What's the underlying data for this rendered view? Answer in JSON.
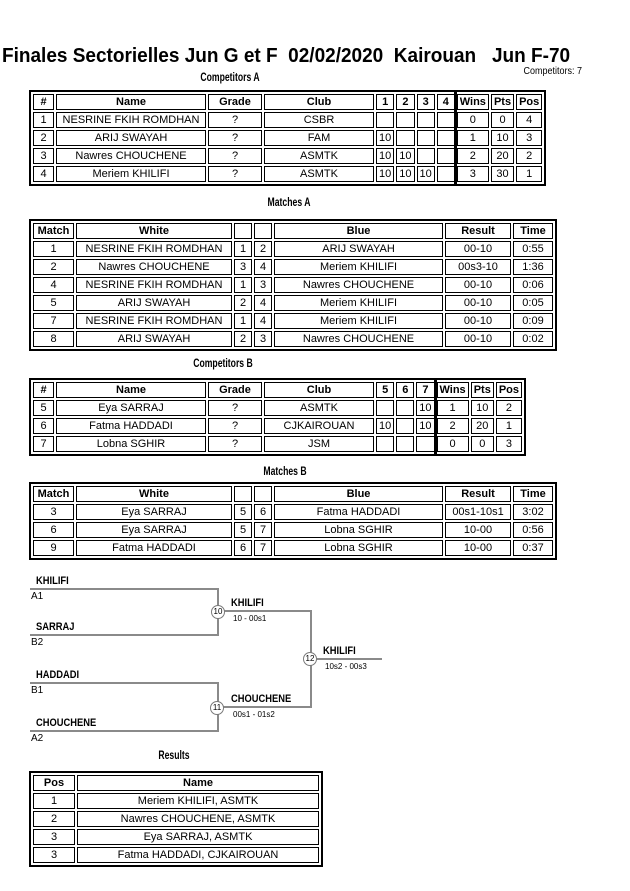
{
  "title": "Finales Sectorielles Jun G et F  02/02/2020  Kairouan   Jun F-70",
  "competitors_count_label": "Competitors: 7",
  "sections": {
    "competitors_a": "Competitors A",
    "matches_a": "Matches A",
    "competitors_b": "Competitors B",
    "matches_b": "Matches B",
    "results": "Results"
  },
  "competitors_a": {
    "headers": {
      "num": "#",
      "name": "Name",
      "grade": "Grade",
      "club": "Club",
      "r1": "1",
      "r2": "2",
      "r3": "3",
      "r4": "4",
      "wins": "Wins",
      "pts": "Pts",
      "pos": "Pos"
    },
    "rows": [
      {
        "num": "1",
        "name": "NESRINE FKIH ROMDHAN",
        "grade": "?",
        "club": "CSBR",
        "r1": "",
        "r2": "",
        "r3": "",
        "r4": "",
        "wins": "0",
        "pts": "0",
        "pos": "4"
      },
      {
        "num": "2",
        "name": "ARIJ SWAYAH",
        "grade": "?",
        "club": "FAM",
        "r1": "10",
        "r2": "",
        "r3": "",
        "r4": "",
        "wins": "1",
        "pts": "10",
        "pos": "3"
      },
      {
        "num": "3",
        "name": "Nawres CHOUCHENE",
        "grade": "?",
        "club": "ASMTK",
        "r1": "10",
        "r2": "10",
        "r3": "",
        "r4": "",
        "wins": "2",
        "pts": "20",
        "pos": "2"
      },
      {
        "num": "4",
        "name": "Meriem KHILIFI",
        "grade": "?",
        "club": "ASMTK",
        "r1": "10",
        "r2": "10",
        "r3": "10",
        "r4": "",
        "wins": "3",
        "pts": "30",
        "pos": "1"
      }
    ]
  },
  "matches_a": {
    "headers": {
      "match": "Match",
      "white": "White",
      "blue": "Blue",
      "result": "Result",
      "time": "Time"
    },
    "rows": [
      {
        "match": "1",
        "white": "NESRINE FKIH ROMDHAN",
        "wn": "1",
        "bn": "2",
        "blue": "ARIJ SWAYAH",
        "result": "00-10",
        "time": "0:55"
      },
      {
        "match": "2",
        "white": "Nawres CHOUCHENE",
        "wn": "3",
        "bn": "4",
        "blue": "Meriem KHILIFI",
        "result": "00s3-10",
        "time": "1:36"
      },
      {
        "match": "4",
        "white": "NESRINE FKIH ROMDHAN",
        "wn": "1",
        "bn": "3",
        "blue": "Nawres CHOUCHENE",
        "result": "00-10",
        "time": "0:06"
      },
      {
        "match": "5",
        "white": "ARIJ SWAYAH",
        "wn": "2",
        "bn": "4",
        "blue": "Meriem KHILIFI",
        "result": "00-10",
        "time": "0:05"
      },
      {
        "match": "7",
        "white": "NESRINE FKIH ROMDHAN",
        "wn": "1",
        "bn": "4",
        "blue": "Meriem KHILIFI",
        "result": "00-10",
        "time": "0:09"
      },
      {
        "match": "8",
        "white": "ARIJ SWAYAH",
        "wn": "2",
        "bn": "3",
        "blue": "Nawres CHOUCHENE",
        "result": "00-10",
        "time": "0:02"
      }
    ]
  },
  "competitors_b": {
    "headers": {
      "num": "#",
      "name": "Name",
      "grade": "Grade",
      "club": "Club",
      "r1": "5",
      "r2": "6",
      "r3": "7",
      "wins": "Wins",
      "pts": "Pts",
      "pos": "Pos"
    },
    "rows": [
      {
        "num": "5",
        "name": "Eya SARRAJ",
        "grade": "?",
        "club": "ASMTK",
        "r1": "",
        "r2": "",
        "r3": "10",
        "wins": "1",
        "pts": "10",
        "pos": "2"
      },
      {
        "num": "6",
        "name": "Fatma HADDADI",
        "grade": "?",
        "club": "CJKAIROUAN",
        "r1": "10",
        "r2": "",
        "r3": "10",
        "wins": "2",
        "pts": "20",
        "pos": "1"
      },
      {
        "num": "7",
        "name": "Lobna SGHIR",
        "grade": "?",
        "club": "JSM",
        "r1": "",
        "r2": "",
        "r3": "",
        "wins": "0",
        "pts": "0",
        "pos": "3"
      }
    ]
  },
  "matches_b": {
    "headers": {
      "match": "Match",
      "white": "White",
      "blue": "Blue",
      "result": "Result",
      "time": "Time"
    },
    "rows": [
      {
        "match": "3",
        "white": "Eya SARRAJ",
        "wn": "5",
        "bn": "6",
        "blue": "Fatma HADDADI",
        "result": "00s1-10s1",
        "time": "3:02"
      },
      {
        "match": "6",
        "white": "Eya SARRAJ",
        "wn": "5",
        "bn": "7",
        "blue": "Lobna SGHIR",
        "result": "10-00",
        "time": "0:56"
      },
      {
        "match": "9",
        "white": "Fatma HADDADI",
        "wn": "6",
        "bn": "7",
        "blue": "Lobna SGHIR",
        "result": "10-00",
        "time": "0:37"
      }
    ]
  },
  "bracket": {
    "slots": [
      {
        "name": "KHILIFI",
        "seed": "A1"
      },
      {
        "name": "SARRAJ",
        "seed": "B2"
      },
      {
        "name": "HADDADI",
        "seed": "B1"
      },
      {
        "name": "CHOUCHENE",
        "seed": "A2"
      }
    ],
    "semis": [
      {
        "num": "10",
        "winner": "KHILIFI",
        "score": "10 - 00s1"
      },
      {
        "num": "11",
        "winner": "CHOUCHENE",
        "score": "00s1 - 01s2"
      }
    ],
    "final": {
      "num": "12",
      "winner": "KHILIFI",
      "score": "10s2 - 00s3"
    }
  },
  "results": {
    "headers": {
      "pos": "Pos",
      "name": "Name"
    },
    "rows": [
      {
        "pos": "1",
        "name": "Meriem KHILIFI, ASMTK"
      },
      {
        "pos": "2",
        "name": "Nawres CHOUCHENE, ASMTK"
      },
      {
        "pos": "3",
        "name": "Eya SARRAJ, ASMTK"
      },
      {
        "pos": "3",
        "name": "Fatma HADDADI, CJKAIROUAN"
      }
    ]
  },
  "colors": {
    "table_border": "#000000",
    "bracket_line": "#8a8a8a",
    "text": "#000000",
    "background": "#ffffff"
  }
}
